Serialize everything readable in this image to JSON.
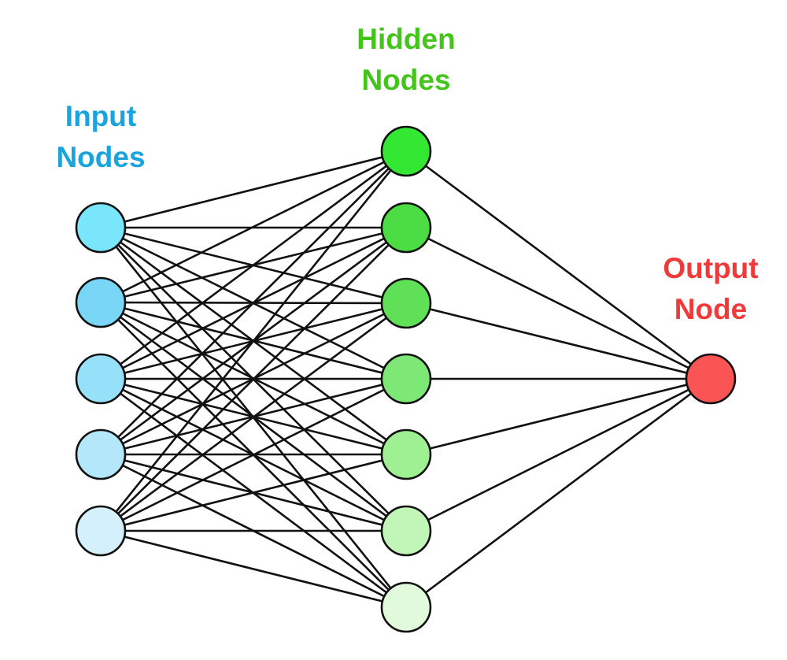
{
  "labels": {
    "input": {
      "line1": "Input",
      "line2": "Nodes",
      "color": "#1aa3dc"
    },
    "hidden": {
      "line1": "Hidden",
      "line2": "Nodes",
      "color": "#44c51a"
    },
    "output": {
      "line1": "Output",
      "line2": "Node",
      "color": "#f03a3a"
    }
  },
  "network": {
    "input_node_colors": [
      "#7ae6fb",
      "#79d6f7",
      "#97e0f9",
      "#b4e7f9",
      "#d3f0fb"
    ],
    "hidden_node_colors": [
      "#33e733",
      "#4cdd44",
      "#60e056",
      "#7ee876",
      "#9ef093",
      "#c2f6b9",
      "#e1fadb"
    ],
    "output_node_colors": [
      "#fb5454"
    ],
    "connectivity": "fully-connected"
  }
}
